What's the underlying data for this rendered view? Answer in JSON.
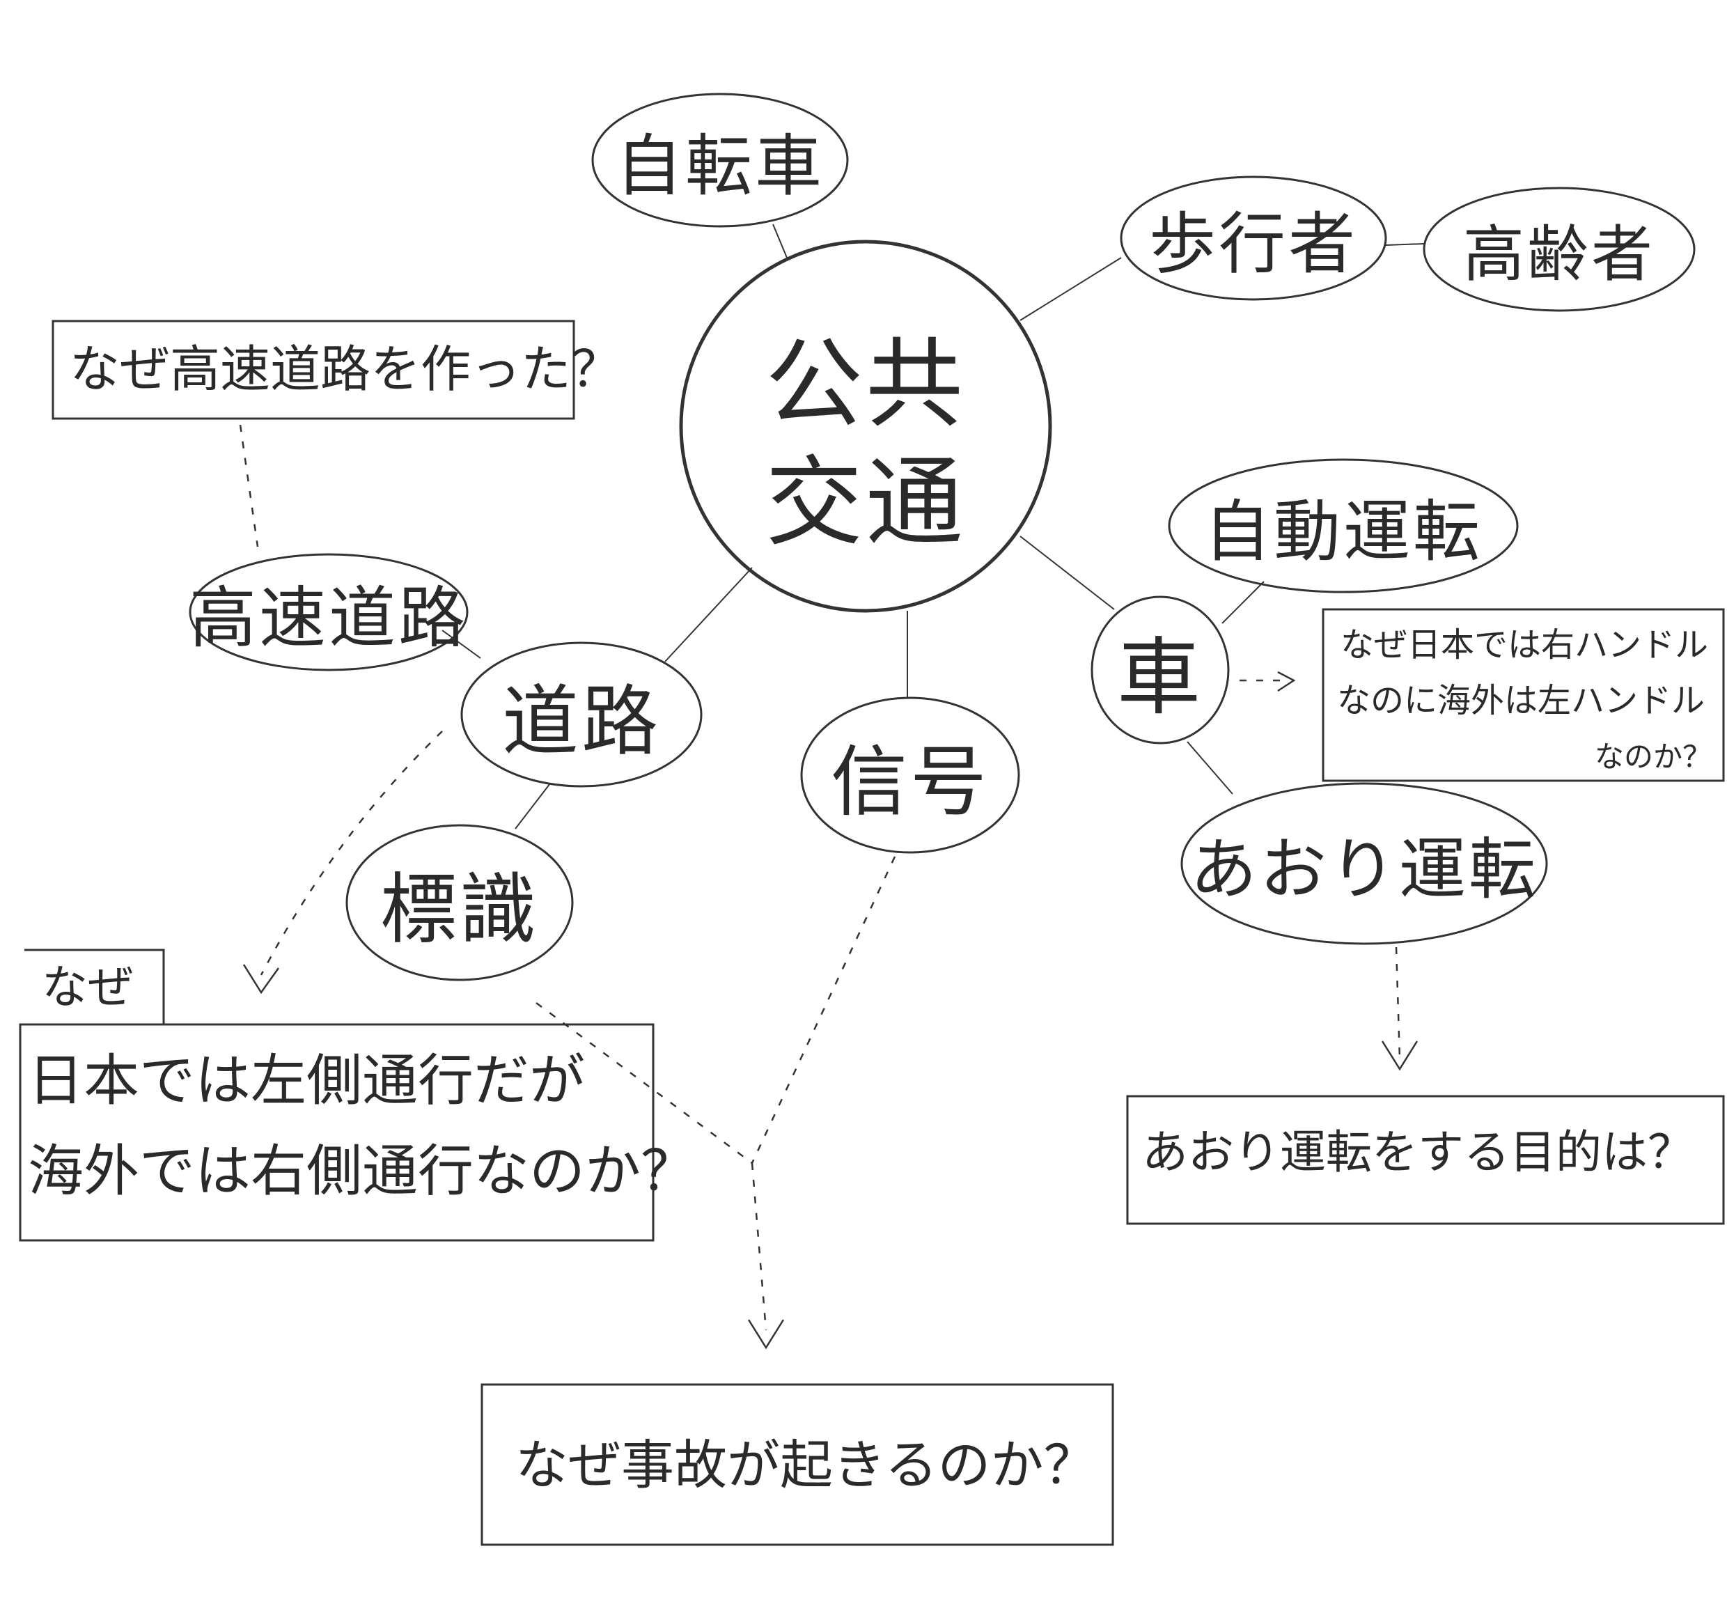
{
  "center": {
    "line1": "公共",
    "line2": "交通"
  },
  "nodes": {
    "bicycle": "自転車",
    "pedestrian": "歩行者",
    "elderly": "高齢者",
    "autonomous": "自動運転",
    "car": "車",
    "tailgating": "あおり運転",
    "signal": "信号",
    "road": "道路",
    "highway": "高速道路",
    "signs": "標識"
  },
  "questions": {
    "highway": "なぜ高速道路を作った？",
    "side_label": "なぜ",
    "side_line1": "日本では左側通行だが",
    "side_line2": "海外では右側通行なのか？",
    "handle_line1": "なぜ日本では右ハンドル",
    "handle_line2": "なのに海外は左ハンドル",
    "handle_line3": "なのか？",
    "tailgating": "あおり運転をする目的は？",
    "accident": "なぜ事故が起きるのか？"
  }
}
